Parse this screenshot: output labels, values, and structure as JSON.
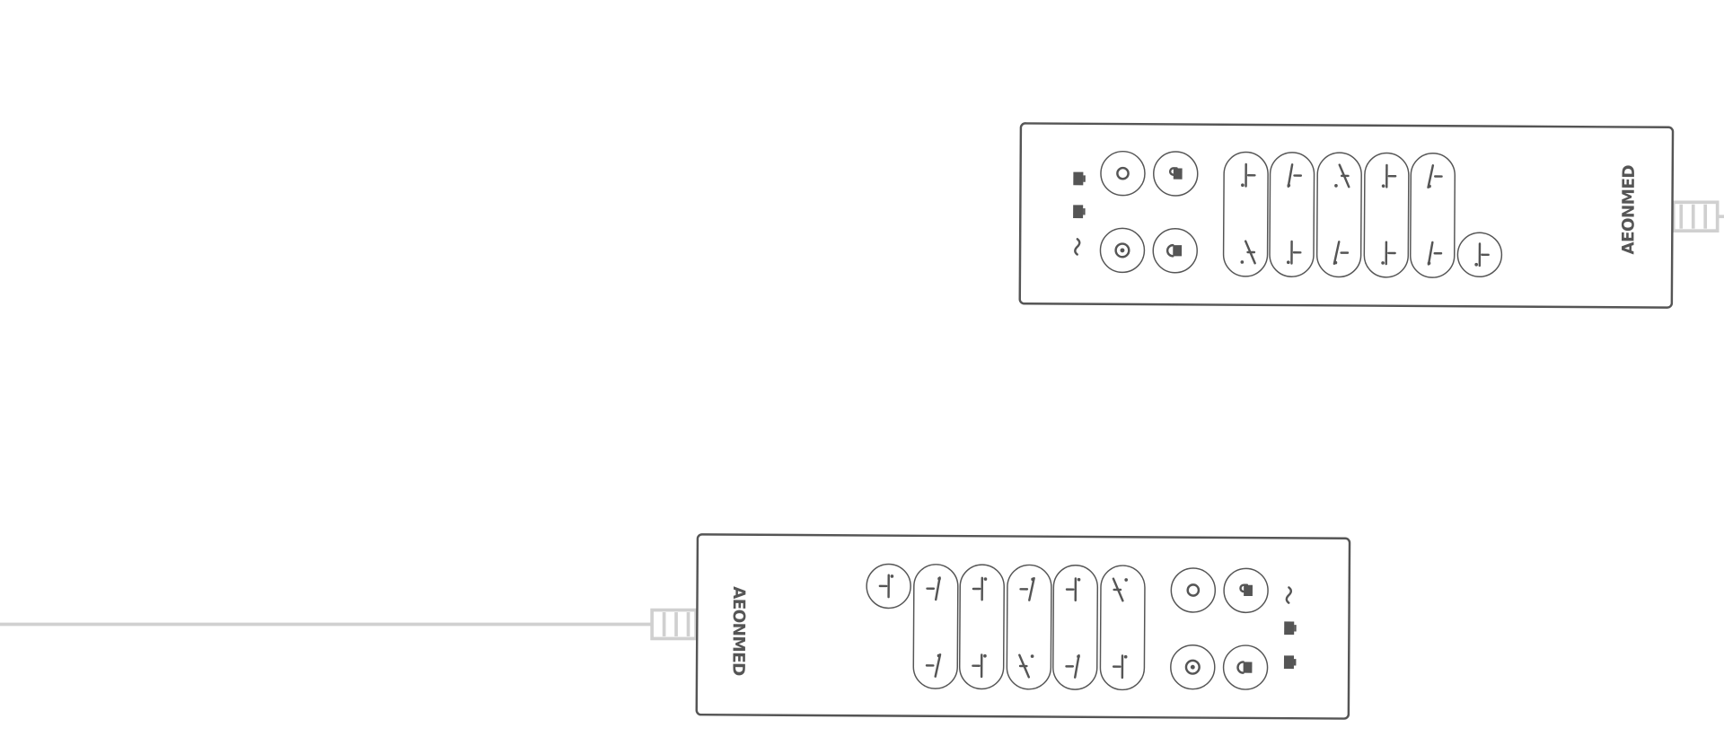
{
  "brand": "AEONMED",
  "colors": {
    "outline": "#555555",
    "cable": "#d0d0d0",
    "background": "#ffffff"
  },
  "remotes": [
    {
      "name": "remote-top",
      "orientation": "normal",
      "indicators": [
        "battery-icon",
        "battery-icon",
        "wave-icon"
      ],
      "round_buttons": [
        "target-ring-icon",
        "lock-open-icon",
        "target-dot-icon",
        "lock-icon"
      ],
      "pill_buttons": 5,
      "extra_round_buttons": 1
    },
    {
      "name": "remote-bottom",
      "orientation": "rotated-180",
      "indicators": [
        "wave-icon",
        "battery-icon",
        "battery-icon"
      ],
      "round_buttons": [
        "lock-icon",
        "target-dot-icon",
        "lock-open-icon",
        "target-ring-icon"
      ],
      "pill_buttons": 5,
      "extra_round_buttons": 1
    }
  ]
}
